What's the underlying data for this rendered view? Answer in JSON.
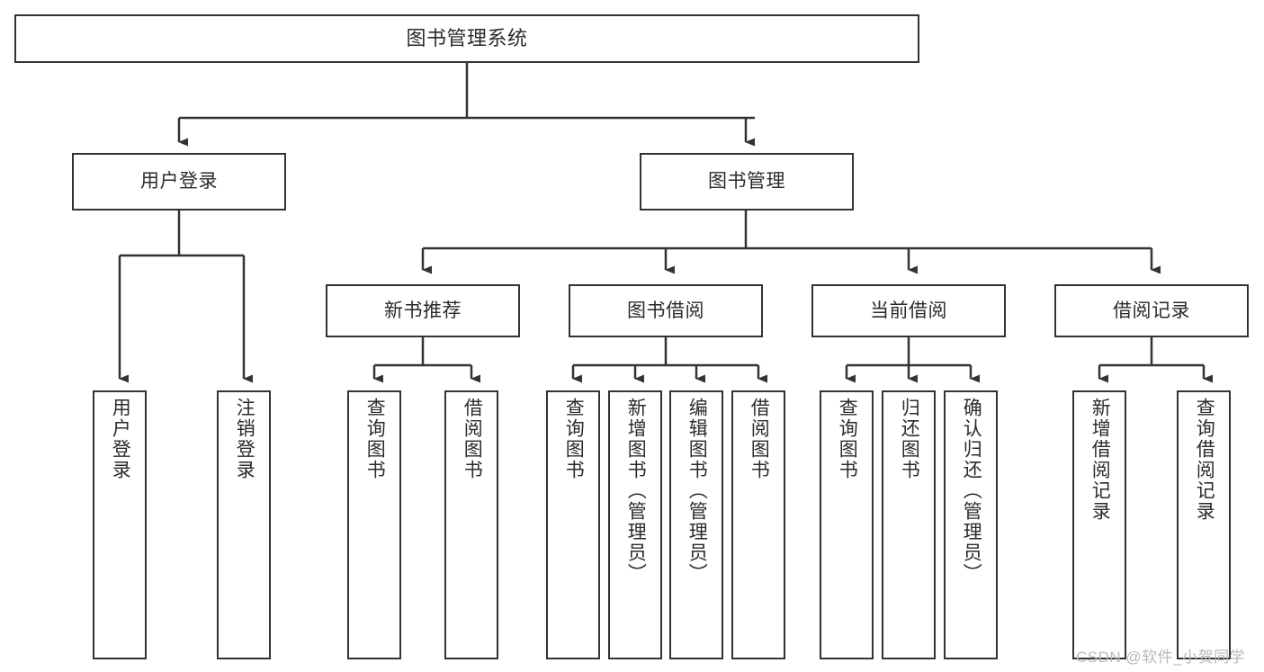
{
  "diagram": {
    "title": "图书管理系统",
    "type": "tree-hierarchy",
    "root": {
      "label": "图书管理系统"
    },
    "level1": [
      {
        "label": "用户登录"
      },
      {
        "label": "图书管理"
      }
    ],
    "level2": [
      {
        "label": "新书推荐"
      },
      {
        "label": "图书借阅"
      },
      {
        "label": "当前借阅"
      },
      {
        "label": "借阅记录"
      }
    ],
    "leaves": {
      "user_login": [
        {
          "label": "用户登录"
        },
        {
          "label": "注销登录"
        }
      ],
      "new_book_recommend": [
        {
          "label": "查询图书"
        },
        {
          "label": "借阅图书"
        }
      ],
      "book_borrow": [
        {
          "label": "查询图书"
        },
        {
          "label": "新增图书（管理员）"
        },
        {
          "label": "编辑图书（管理员）"
        },
        {
          "label": "借阅图书"
        }
      ],
      "current_borrow": [
        {
          "label": "查询图书"
        },
        {
          "label": "归还图书"
        },
        {
          "label": "确认归还（管理员）"
        }
      ],
      "borrow_record": [
        {
          "label": "新增借阅记录"
        },
        {
          "label": "查询借阅记录"
        }
      ]
    }
  },
  "watermark": {
    "text": "CSDN @软件_小贺同学"
  },
  "colors": {
    "border": "#333333",
    "background": "#ffffff",
    "text": "#2b2b2b",
    "watermark": "#b9b9b9"
  }
}
